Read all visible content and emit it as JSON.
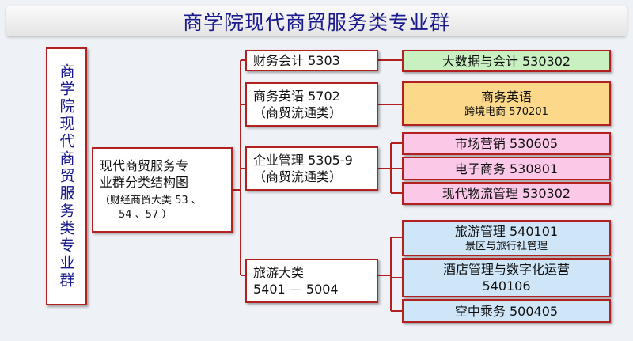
{
  "title": "商学院现代商贸服务类专业群",
  "vertical_title": "商学院现代商贸服务类专业群",
  "root": {
    "line1": "现代商贸服务专",
    "line2": "业群分类结构图",
    "line3": "（财经商贸大类 53 、",
    "line4": "54 、57 ）"
  },
  "categories": {
    "finance": {
      "line1": "财务会计 5303"
    },
    "english": {
      "line1": "商务英语 5702",
      "line2": "（商贸流通类）"
    },
    "management": {
      "line1": "企业管理 5305-9",
      "line2": "（商贸流通类）"
    },
    "tourism": {
      "line1": "旅游大类",
      "line2": "5401 — 5004"
    }
  },
  "majors": {
    "bigdata": {
      "line1": "大数据与会计 530302"
    },
    "biz_english": {
      "line1": "商务英语",
      "line2": "跨境电商 570201"
    },
    "marketing": {
      "line1": "市场营销 530605"
    },
    "ecommerce": {
      "line1": "电子商务 530801"
    },
    "logistics": {
      "line1": "现代物流管理 530302"
    },
    "tour_mgmt": {
      "line1": "旅游管理 540101",
      "line2": "景区与旅行社管理"
    },
    "hotel": {
      "line1": "酒店管理与数字化运营",
      "line2": "540106"
    },
    "air": {
      "line1": "空中乘务 500405"
    }
  },
  "colors": {
    "border": "#b22020",
    "title_text": "#1a1a8c",
    "green": "#c8f0c0",
    "orange": "#fcd98a",
    "pink": "#fcc8e8",
    "blue": "#cfe6f8"
  }
}
